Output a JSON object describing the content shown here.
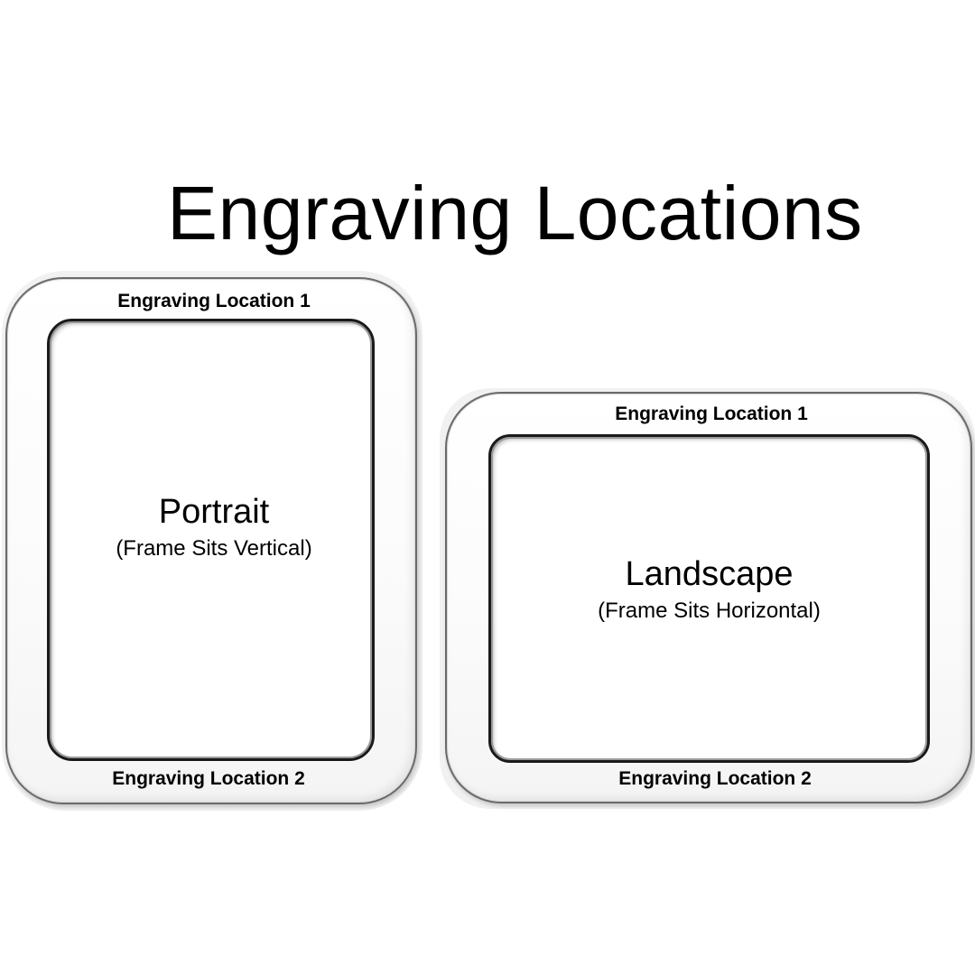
{
  "title": "Engraving Locations",
  "portrait": {
    "location_top": "Engraving Location 1",
    "location_bottom": "Engraving Location 2",
    "name": "Portrait",
    "description": "(Frame Sits Vertical)"
  },
  "landscape": {
    "location_top": "Engraving Location 1",
    "location_bottom": "Engraving Location 2",
    "name": "Landscape",
    "description": "(Frame Sits Horizontal)"
  },
  "colors": {
    "background": "#ffffff",
    "text": "#000000",
    "frame_edge": "#6a6a6a",
    "window_edge": "#1a1a1a"
  }
}
